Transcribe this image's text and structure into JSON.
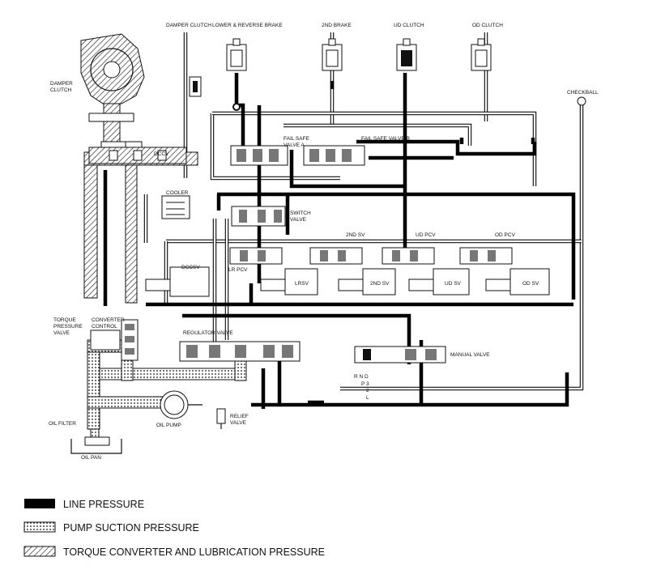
{
  "labels": {
    "damper_clutch_top": "DAMPER CLUTCH",
    "lower_reverse_brake": "LOWER & REVERSE BRAKE",
    "second_brake": "2ND BRAKE",
    "ud_clutch": "UD CLUTCH",
    "od_clutch": "OD CLUTCH",
    "checkball": "CHECKBALL",
    "damper_clutch_left_1": "DAMPER",
    "damper_clutch_left_2": "CLUTCH",
    "dccv": "DCCV",
    "fail_safe_a_1": "FAIL SAFE",
    "fail_safe_a_2": "VALVE A",
    "fail_safe_b": "FAIL SAFE VALVE B",
    "cooler": "COOLER",
    "switch_valve_1": "SWITCH",
    "switch_valve_2": "VALVE",
    "second_sv_top": "2ND SV",
    "ud_pcv": "UD PCV",
    "od_pcv": "OD PCV",
    "dccsv": "DCCSV",
    "lr_pcv_1": "LR PCV",
    "lrsv": "LRSV",
    "second_sv": "2ND SV",
    "ud_sv": "UD SV",
    "od_sv": "OD SV",
    "torque_pressure_1": "TORQUE",
    "torque_pressure_2": "PRESSURE",
    "torque_pressure_3": "VALVE",
    "converter_control_1": "CONVERTER",
    "converter_control_2": "CONTROL",
    "regulator_valve": "REGULATOR VALVE",
    "manual_valve": "MANUAL VALVE",
    "gear_positions_1": "R N D",
    "gear_positions_2": "P 3",
    "gear_positions_3": "2",
    "gear_positions_4": "L",
    "oil_filter": "OIL FILTER",
    "oil_pump": "OIL PUMP",
    "relief_valve_1": "RELIEF",
    "relief_valve_2": "VALVE",
    "oil_pan": "OIL PAN"
  },
  "legend": {
    "line_pressure": "LINE PRESSURE",
    "pump_suction_pressure": "PUMP SUCTION PRESSURE",
    "torque_converter_lubrication": "TORQUE CONVERTER AND LUBRICATION PRESSURE"
  }
}
